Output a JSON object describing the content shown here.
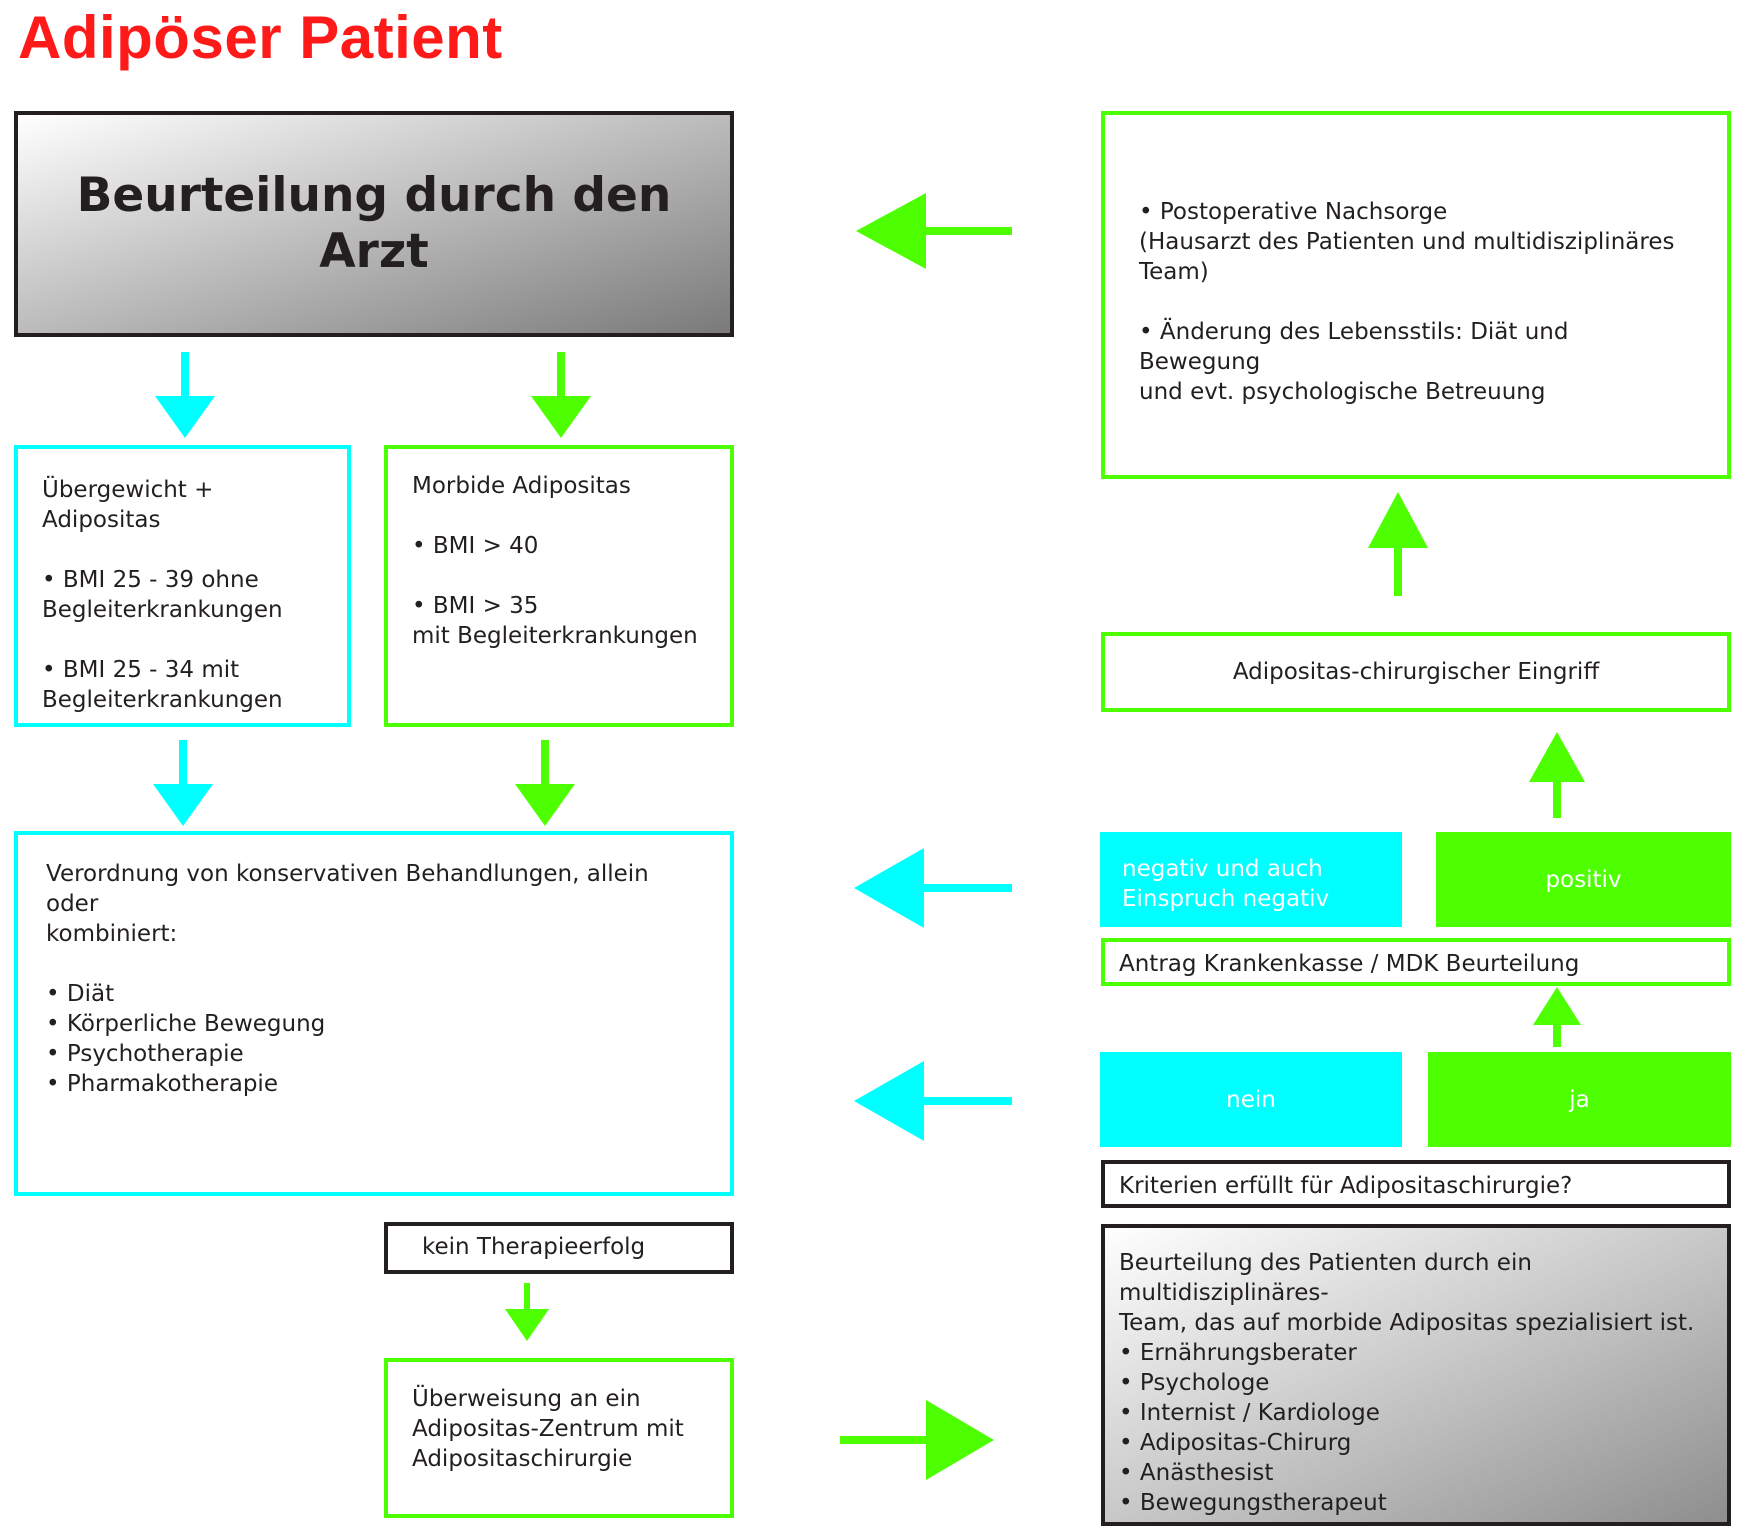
{
  "title": "Adipöser Patient",
  "colors": {
    "title": "#ff1a1a",
    "cyan": "#00ffff",
    "green": "#4dff00",
    "black": "#231f20"
  },
  "boxes": {
    "arzt": "Beurteilung durch den Arzt",
    "uebergewicht": "Übergewicht + Adipositas\n\n• BMI 25 - 39 ohne\nBegleiterkrankungen\n\n• BMI 25 - 34 mit\nBegleiterkrankungen",
    "morbide": "Morbide Adipositas\n\n• BMI > 40\n\n• BMI > 35\nmit Begleiterkrankungen",
    "verordnung": "Verordnung von konservativen Behandlungen, allein oder\nkombiniert:\n\n• Diät\n• Körperliche Bewegung\n• Psychotherapie\n• Pharmakotherapie",
    "kein_therapieerfolg": "kein Therapieerfolg",
    "ueberweisung": "Überweisung an ein\nAdipositas-Zentrum mit\nAdipositaschirurgie",
    "nachsorge": "• Postoperative Nachsorge\n(Hausarzt  des Patienten und multidisziplinäres\nTeam)\n\n• Änderung des Lebensstils: Diät und Bewegung\nund evt. psychologische Betreuung",
    "eingriff": "Adipositas-chirurgischer Eingriff",
    "negativ": "negativ und auch\nEinspruch negativ",
    "positiv": "positiv",
    "antrag": "Antrag Krankenkasse / MDK Beurteilung",
    "nein": "nein",
    "ja": "ja",
    "kriterien": "Kriterien erfüllt für Adipositaschirurgie?",
    "team": "Beurteilung des Patienten durch ein multidisziplinäres-\nTeam, das auf morbide Adipositas spezialisiert ist.\n• Ernährungsberater\n• Psychologe\n• Internist / Kardiologe\n• Adipositas-Chirurg\n• Anästhesist\n• Bewegungstherapeut"
  }
}
